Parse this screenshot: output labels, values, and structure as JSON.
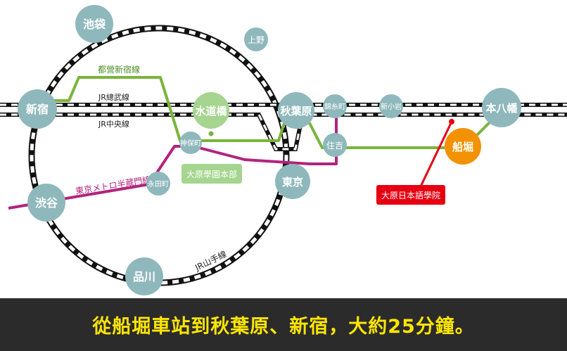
{
  "colors": {
    "background": "#ffffff",
    "station_fill": "#8fb8bc",
    "station_text": "#ffffff",
    "toei_shinjuku_line": "#7ab43c",
    "hanzomon_line": "#b3237e",
    "school_pin": "#e60012",
    "funabori_station": "#f39200",
    "suidobashi_station": "#a5d58f",
    "caption_bar": "#2b2b2b",
    "caption_text": "#ffe600"
  },
  "lines": {
    "toei_shinjuku": "都營新宿線",
    "jr_sobu": "JR總武線",
    "jr_chuo": "JR中央線",
    "hanzomon": "東京メトロ半蔵門線",
    "yamanote": "JR山手線"
  },
  "stations": {
    "ikebukuro": "池袋",
    "ueno": "上野",
    "shinjuku": "新宿",
    "suidobashi": "水道橋",
    "akihabara": "秋葉原",
    "kinshicho": "錦糸町",
    "shinkoiwa": "新小岩",
    "motoyawata": "本八幡",
    "jimbocho": "神保町",
    "sumiyoshi": "住吉",
    "funabori": "船堀",
    "shibuya": "渋谷",
    "nagatacho": "永田町",
    "tokyo": "東京",
    "shinagawa": "品川"
  },
  "labels": {
    "ohara_hq": "大原學園本部",
    "ohara_school": "大原日本語學院"
  },
  "caption": "從船堀車站到秋葉原、新宿，大約25分鐘。"
}
